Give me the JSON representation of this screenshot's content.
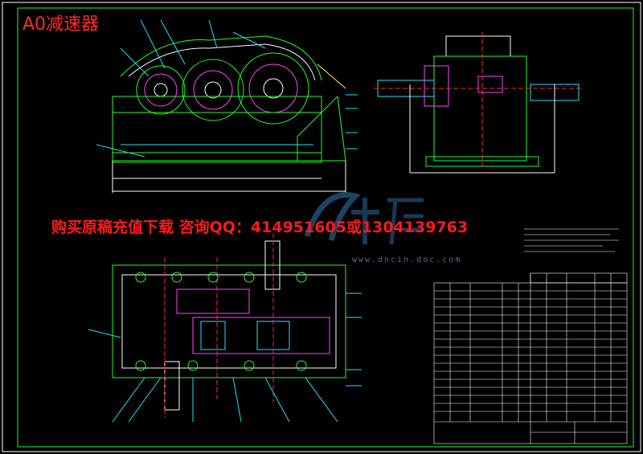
{
  "title": "A0减速器",
  "promo": "购买原稿充值下载 咨询QQ：414951605或1304139763",
  "watermark_url": "www.docin.doc.com",
  "colors": {
    "background": "#000000",
    "frame": "#ffffff",
    "green": "#22ff22",
    "cyan": "#22e0ff",
    "red": "#ff2a2a",
    "magenta": "#ff44ff",
    "yellow": "#ffff33",
    "blue": "#3a86ff"
  }
}
